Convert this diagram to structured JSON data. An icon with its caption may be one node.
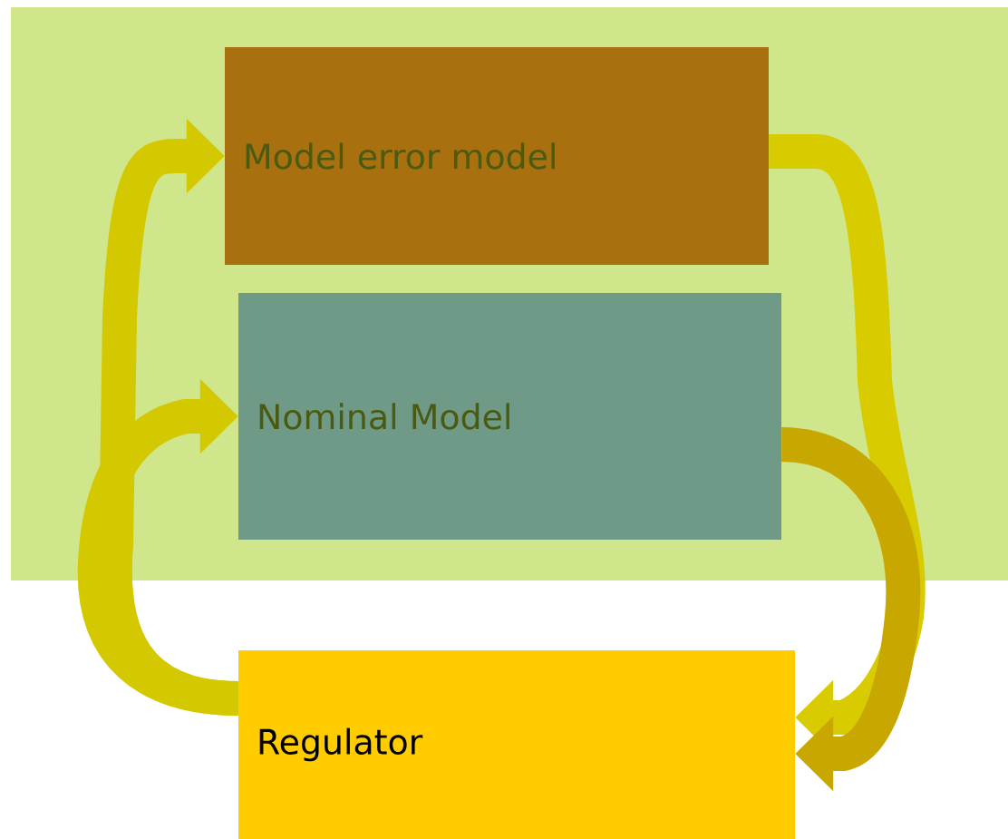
{
  "diagram": {
    "nodes": [
      {
        "text": [],
        "shape": "box"
      },
      {
        "text": [
          "Model error model"
        ],
        "in": 0
      },
      {
        "text": [
          "Nominal Model"
        ],
        "in": 0
      },
      {
        "text": [
          "Regulator"
        ]
      }
    ],
    "edges": [
      {
        "from": 3,
        "to": 1,
        "arrow": "to"
      },
      {
        "from": 3,
        "to": 2,
        "arrow": "to"
      },
      {
        "from": 1,
        "to": 3,
        "arrow": "to"
      },
      {
        "from": 2,
        "to": 3,
        "arrow": "to"
      }
    ]
  }
}
